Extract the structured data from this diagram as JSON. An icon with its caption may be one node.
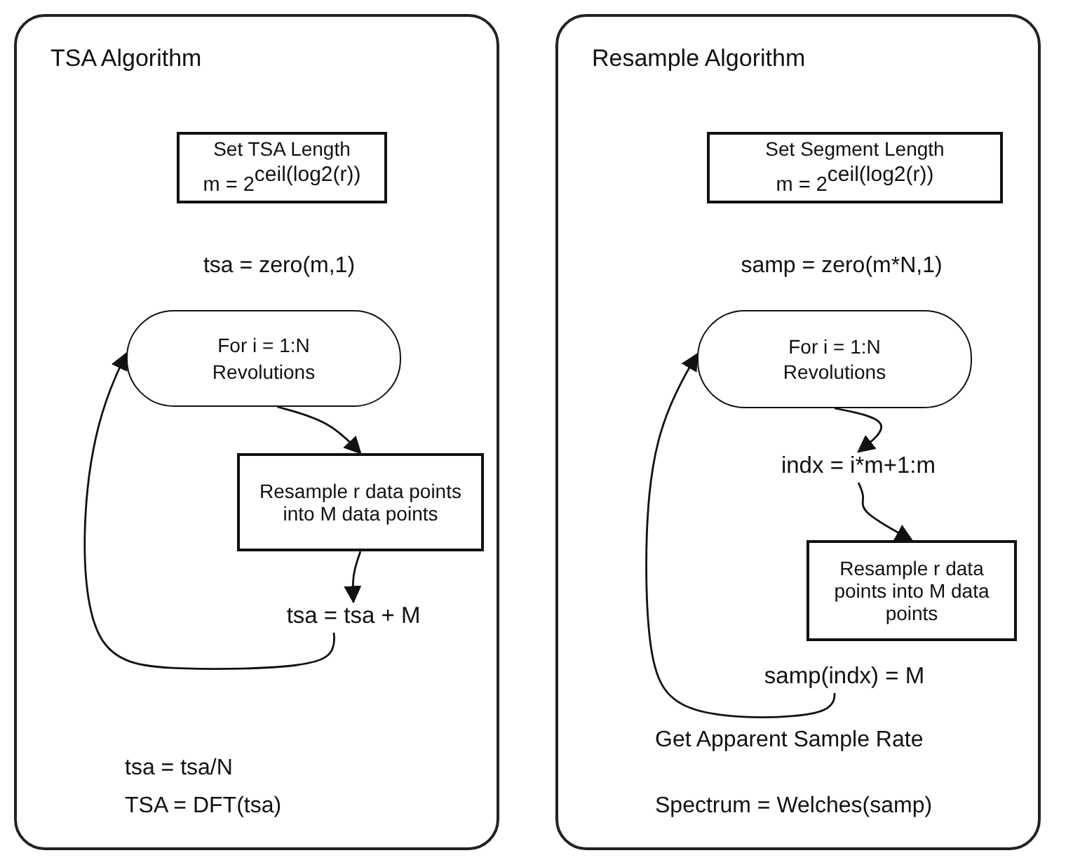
{
  "diagram": {
    "nodes": [
      {
        "text": [
          "TSA Algorithm"
        ]
      },
      {
        "text": [
          "Set TSA Length",
          "m = 2$^{ceil(log2(r))}$"
        ],
        "in": 0
      },
      {
        "text": [
          "For i = 1:N Revolutions"
        ],
        "in": 0
      },
      {
        "text": [
          "Resample r data points into M data points"
        ],
        "in": 0
      },
      {
        "text": [
          "tsa = tsa + M"
        ],
        "in": 0
      },
      {
        "text": [
          "Resample Algorithm"
        ]
      },
      {
        "text": [
          "Set Segment Length",
          "m = 2$^{ceil(log2(r))}$"
        ],
        "in": 5
      },
      {
        "text": [
          "For i = 1:N Revolutions"
        ],
        "in": 5
      },
      {
        "text": [
          "indx = i*m+1:m"
        ],
        "in": 5
      },
      {
        "text": [
          "Resample r data points into M data points"
        ],
        "in": 5
      },
      {
        "text": [
          "samp(indx) = M"
        ],
        "in": 5
      }
    ],
    "edges": [
      {
        "from": 2,
        "to": 3,
        "arrow": "to"
      },
      {
        "from": 3,
        "to": 4,
        "arrow": "to"
      },
      {
        "from": 4,
        "to": 2,
        "arrow": "to"
      },
      {
        "from": 7,
        "to": 8,
        "arrow": "to"
      },
      {
        "from": 8,
        "to": 9,
        "arrow": "to"
      },
      {
        "from": 10,
        "to": 7,
        "arrow": "to"
      }
    ],
    "labels": [
      "tsa = zero(m,1)",
      "tsa = tsa/N",
      "TSA = DFT(tsa)",
      "samp = zero(m*N,1)",
      "Get Apparent Sample Rate",
      "Spectrum = Welches(samp)"
    ]
  }
}
